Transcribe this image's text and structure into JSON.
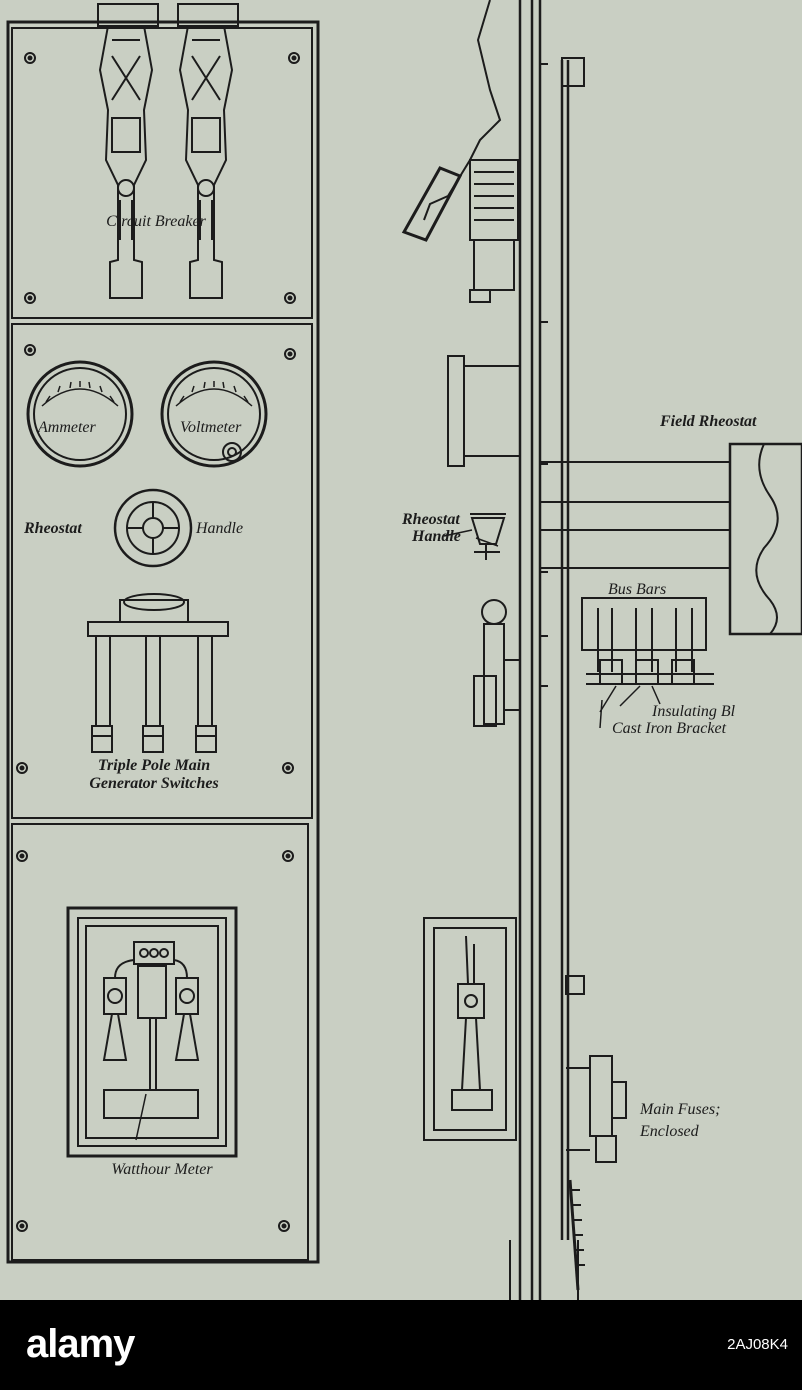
{
  "labels": {
    "circuit_breaker": "Circuit Breaker",
    "ammeter": "Ammeter",
    "voltmeter": "Voltmeter",
    "rheostat": "Rheostat",
    "handle": "Handle",
    "triple_pole_1": "Triple Pole Main",
    "triple_pole_2": "Generator Switches",
    "watthour_meter": "Watthour Meter",
    "field_rheostat": "Field Rheostat",
    "rheostat_handle_1": "Rheostat",
    "rheostat_handle_2": "Handle",
    "bus_bars": "Bus Bars",
    "insulating_bl": "Insulating Bl",
    "cast_iron_bracket": "Cast Iron Bracket",
    "main_fuses_1": "Main Fuses;",
    "main_fuses_2": "Enclosed"
  },
  "footer": {
    "brand": "alamy",
    "image_id": "2AJ08K4"
  },
  "colors": {
    "paper": "#c9cfc3",
    "ink": "#1c1c1c",
    "footer_bg": "#000000"
  }
}
